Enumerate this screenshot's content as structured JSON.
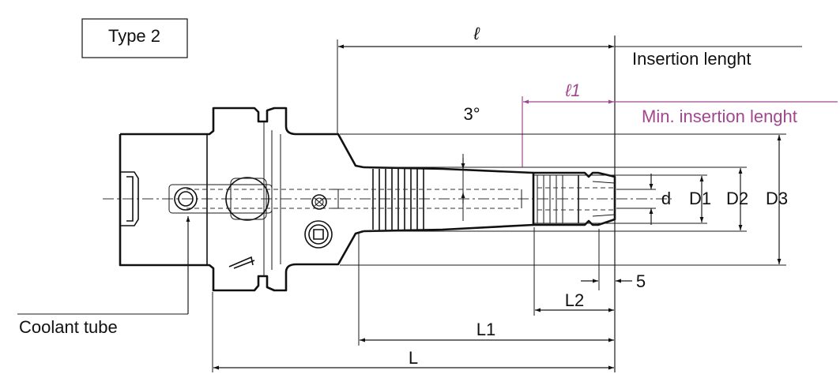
{
  "type_label": "Type 2",
  "labels": {
    "insertion_symbol": "ℓ",
    "insertion_text": "Insertion lenght",
    "min_insertion_symbol": "ℓ1",
    "min_insertion_text": "Min. insertion lenght",
    "angle": "3°",
    "d": "d",
    "D1": "D1",
    "D2": "D2",
    "D3": "D3",
    "five": "5",
    "L2": "L2",
    "L1": "L1",
    "L": "L",
    "coolant_tube": "Coolant tube"
  },
  "colors": {
    "line": "#111111",
    "accent": "#a0478f"
  }
}
